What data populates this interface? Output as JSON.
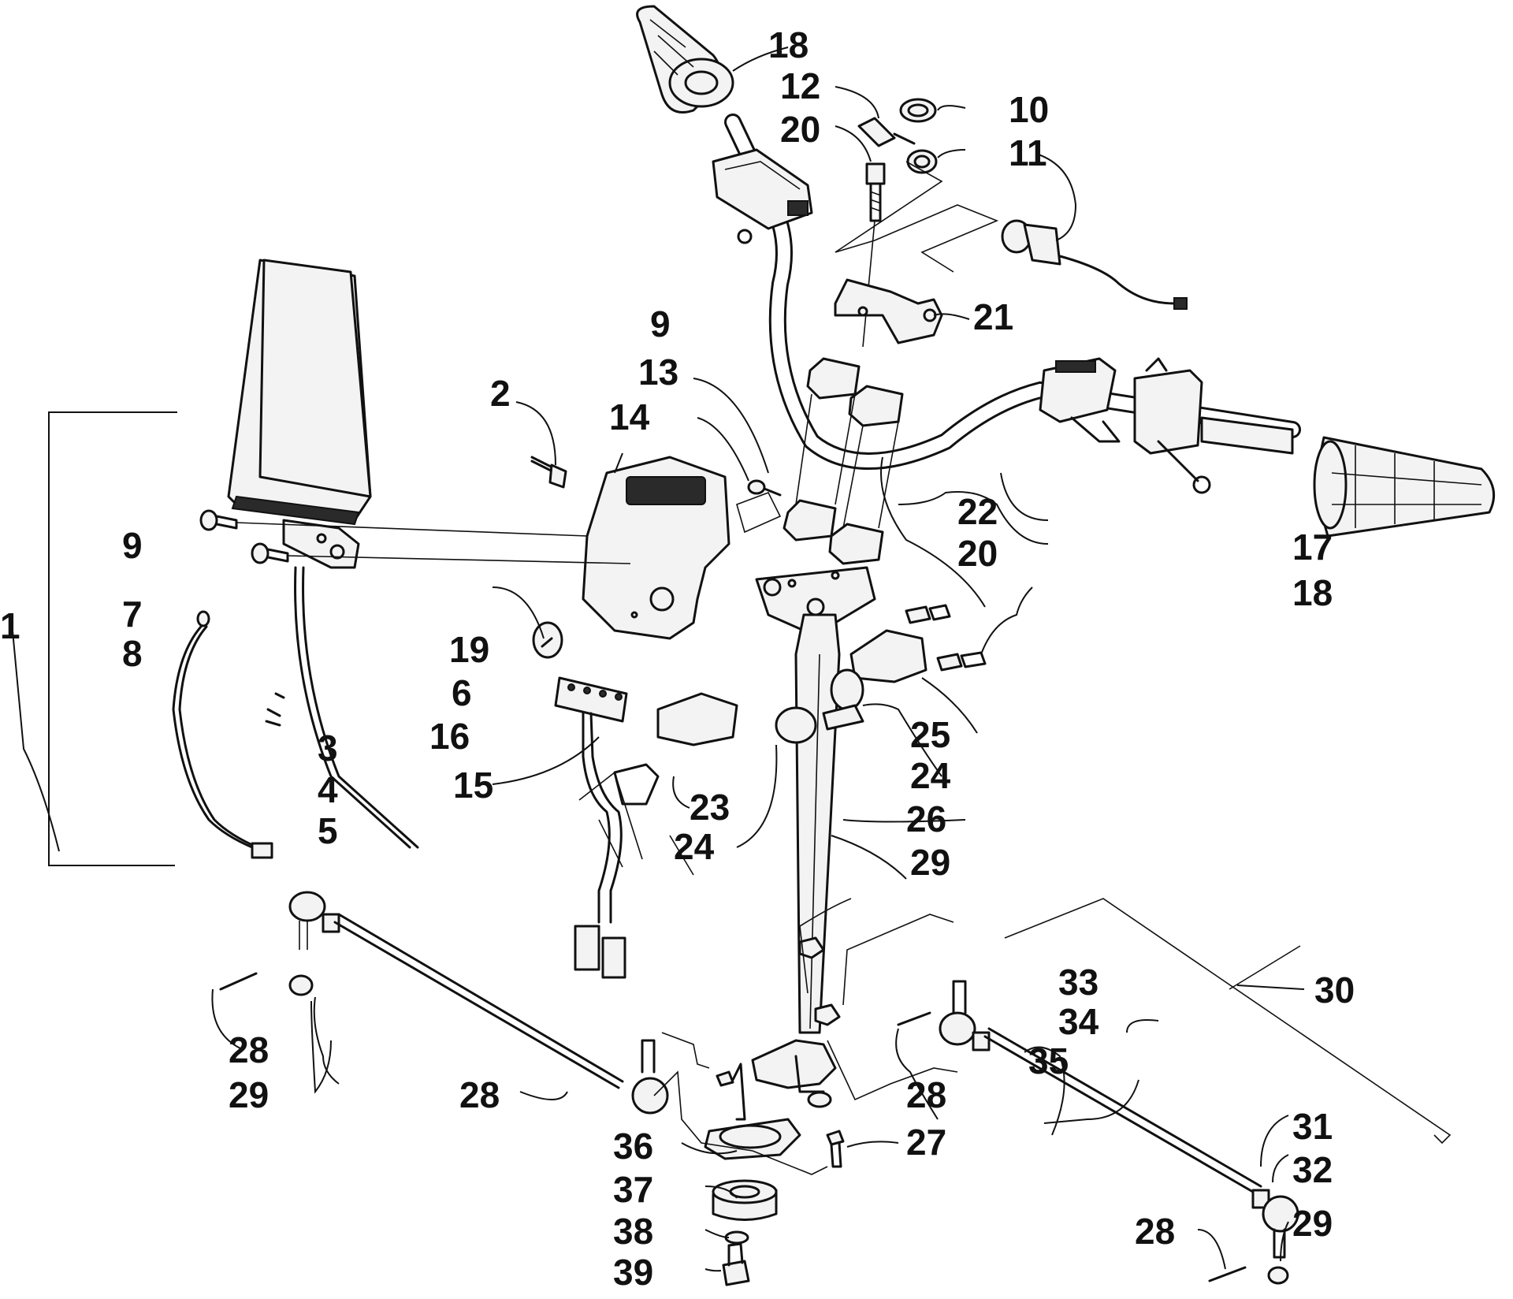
{
  "callouts": {
    "c1": "1",
    "c2": "2",
    "c3": "3",
    "c4": "4",
    "c5": "5",
    "c6": "6",
    "c7": "7",
    "c8": "8",
    "c9a": "9",
    "c9b": "9",
    "c10": "10",
    "c11": "11",
    "c12": "12",
    "c13": "13",
    "c14": "14",
    "c15": "15",
    "c16": "16",
    "c17": "17",
    "c18a": "18",
    "c18b": "18",
    "c19": "19",
    "c20a": "20",
    "c20b": "20",
    "c21": "21",
    "c22": "22",
    "c23": "23",
    "c24a": "24",
    "c24b": "24",
    "c25": "25",
    "c26": "26",
    "c27": "27",
    "c28a": "28",
    "c28b": "28",
    "c28c": "28",
    "c28d": "28",
    "c29a": "29",
    "c29b": "29",
    "c29c": "29",
    "c30": "30",
    "c31": "31",
    "c32": "32",
    "c33": "33",
    "c34": "34",
    "c35": "35",
    "c36": "36",
    "c37": "37",
    "c38": "38",
    "c39": "39"
  }
}
